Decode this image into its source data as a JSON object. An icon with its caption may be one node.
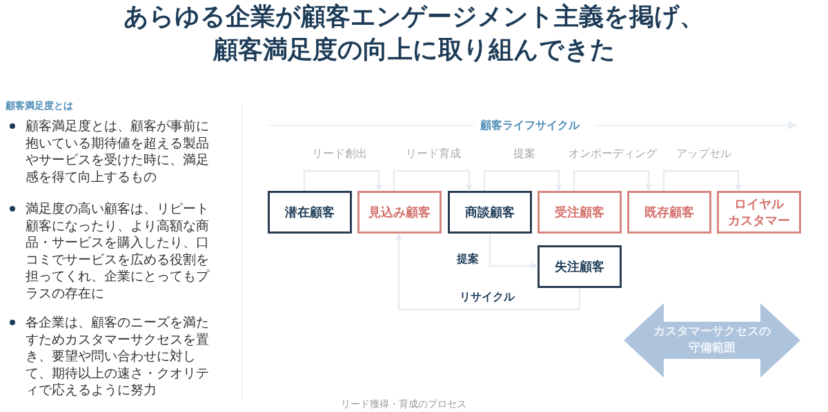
{
  "diagram": {
    "title": "あらゆる企業が顧客エンゲージメント主義を掲げ、顧客満足度の向上に取り組んできた",
    "caption": "リード獲得・育成のプロセス",
    "nodes": [
      {
        "text": [
          "潜在顧客"
        ]
      },
      {
        "text": [
          "見込み顧客"
        ]
      },
      {
        "text": [
          "商談顧客"
        ]
      },
      {
        "text": [
          "受注顧客"
        ]
      },
      {
        "text": [
          "既存顧客"
        ]
      },
      {
        "text": [
          "ロイヤルカスタマー"
        ]
      },
      {
        "text": [
          "失注顧客"
        ]
      },
      {
        "text": [
          "カスタマーサクセスの守備範囲"
        ]
      }
    ],
    "edges": [
      {
        "from": 0,
        "to": 1,
        "arrow": "to",
        "label": "リード創出"
      },
      {
        "from": 1,
        "to": 2,
        "arrow": "to",
        "label": "リード育成"
      },
      {
        "from": 2,
        "to": 3,
        "arrow": "to",
        "label": "提案"
      },
      {
        "from": 3,
        "to": 4,
        "arrow": "to",
        "label": "オンボーディング"
      },
      {
        "from": 4,
        "to": 5,
        "arrow": "to",
        "label": "アップセル"
      },
      {
        "from": 2,
        "to": 6,
        "arrow": "to",
        "label": "提案"
      },
      {
        "from": 6,
        "to": 1,
        "arrow": "to",
        "label": "リサイクル"
      }
    ],
    "labels": [
      "顧客満足度とは",
      "顧客満足度とは、顧客が事前に抱いている期待値を超える製品やサービスを受けた時に、満足感を得て向上するもの",
      "満足度の高い顧客は、リピート顧客になったり、より高額な商品・サービスを購入したり、口コミでサービスを広める役割を担ってくれ、企業にとってもプラスの存在に",
      "各企業は、顧客のニーズを満たすためカスタマーサクセスを置き、要望や問い合わせに対して、期待以上の速さ・クオリティで応えるように努力",
      "顧客ライフサイクル"
    ]
  }
}
